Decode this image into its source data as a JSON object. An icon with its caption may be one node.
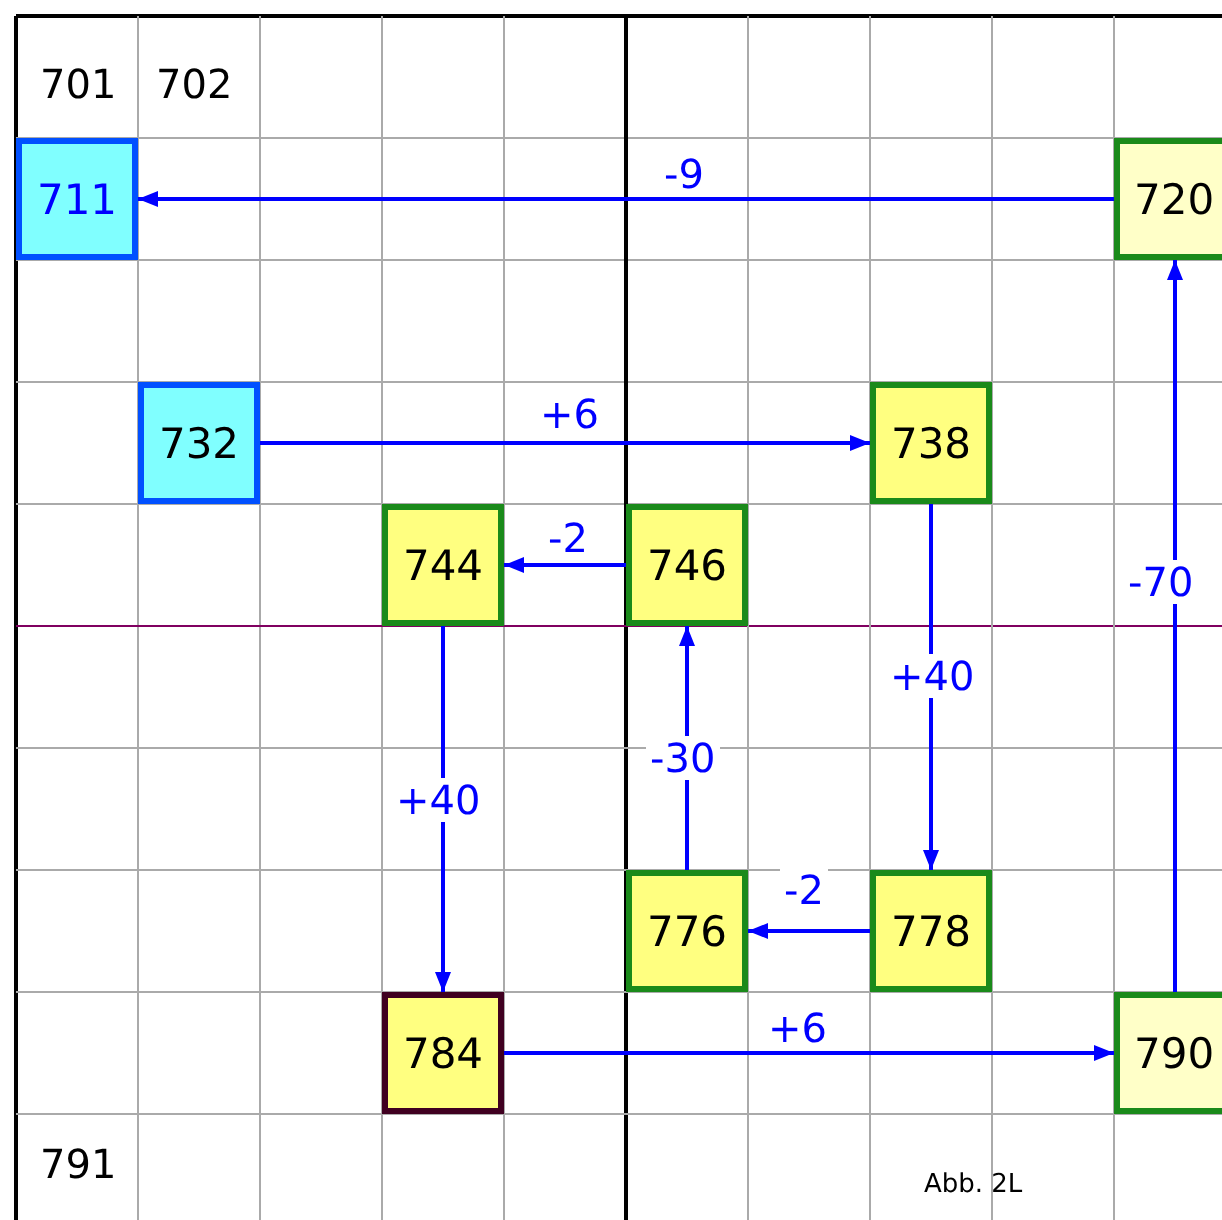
{
  "diagram": {
    "nodes": [
      {
        "text": [
          "711"
        ]
      },
      {
        "text": [
          "720"
        ]
      },
      {
        "text": [
          "732"
        ]
      },
      {
        "text": [
          "738"
        ]
      },
      {
        "text": [
          "744"
        ]
      },
      {
        "text": [
          "746"
        ]
      },
      {
        "text": [
          "776"
        ]
      },
      {
        "text": [
          "778"
        ]
      },
      {
        "text": [
          "784"
        ]
      },
      {
        "text": [
          "790"
        ]
      }
    ],
    "edges": [
      {
        "from": 1,
        "to": 0,
        "arrow": "to",
        "label": "-9"
      },
      {
        "from": 2,
        "to": 3,
        "arrow": "to",
        "label": "+6"
      },
      {
        "from": 5,
        "to": 4,
        "arrow": "to",
        "label": "-2"
      },
      {
        "from": 3,
        "to": 7,
        "arrow": "to",
        "label": "+40"
      },
      {
        "from": 4,
        "to": 8,
        "arrow": "to",
        "label": "+40"
      },
      {
        "from": 7,
        "to": 6,
        "arrow": "to",
        "label": "-2"
      },
      {
        "from": 6,
        "to": 5,
        "arrow": "to",
        "label": "-30"
      },
      {
        "from": 8,
        "to": 9,
        "arrow": "to",
        "label": "+6"
      },
      {
        "from": 9,
        "to": 1,
        "arrow": "to",
        "label": "-70"
      }
    ],
    "labels": [
      "701",
      "702",
      "791",
      "Abb. 2L"
    ]
  }
}
